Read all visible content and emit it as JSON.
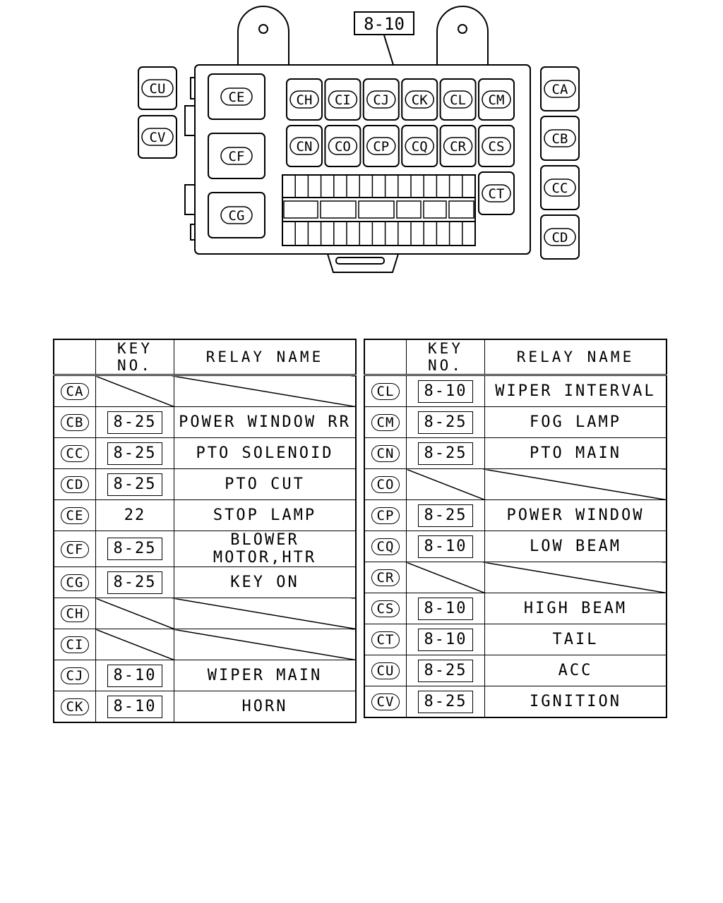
{
  "diagram": {
    "callout": "8-10",
    "box_left": [
      "CU",
      "CV"
    ],
    "box_right": [
      "CA",
      "CB",
      "CC",
      "CD"
    ],
    "box_main_large": [
      "CE",
      "CF",
      "CG"
    ],
    "box_main_row1": [
      "CH",
      "CI",
      "CJ",
      "CK",
      "CL",
      "CM"
    ],
    "box_main_row2": [
      "CN",
      "CO",
      "CP",
      "CQ",
      "CR",
      "CS"
    ],
    "box_main_single": "CT"
  },
  "table": {
    "headers": {
      "id": "",
      "key": "KEY NO.",
      "name": "RELAY NAME"
    },
    "left": [
      {
        "id": "CA",
        "key": "",
        "boxed": false,
        "name": ""
      },
      {
        "id": "CB",
        "key": "8-25",
        "boxed": true,
        "name": "POWER WINDOW RR"
      },
      {
        "id": "CC",
        "key": "8-25",
        "boxed": true,
        "name": "PTO SOLENOID"
      },
      {
        "id": "CD",
        "key": "8-25",
        "boxed": true,
        "name": "PTO CUT"
      },
      {
        "id": "CE",
        "key": "22",
        "boxed": false,
        "name": "STOP LAMP"
      },
      {
        "id": "CF",
        "key": "8-25",
        "boxed": true,
        "name": "BLOWER MOTOR,HTR"
      },
      {
        "id": "CG",
        "key": "8-25",
        "boxed": true,
        "name": "KEY ON"
      },
      {
        "id": "CH",
        "key": "",
        "boxed": false,
        "name": ""
      },
      {
        "id": "CI",
        "key": "",
        "boxed": false,
        "name": ""
      },
      {
        "id": "CJ",
        "key": "8-10",
        "boxed": true,
        "name": "WIPER MAIN"
      },
      {
        "id": "CK",
        "key": "8-10",
        "boxed": true,
        "name": "HORN"
      }
    ],
    "right": [
      {
        "id": "CL",
        "key": "8-10",
        "boxed": true,
        "name": "WIPER INTERVAL"
      },
      {
        "id": "CM",
        "key": "8-25",
        "boxed": true,
        "name": "FOG LAMP"
      },
      {
        "id": "CN",
        "key": "8-25",
        "boxed": true,
        "name": "PTO MAIN"
      },
      {
        "id": "CO",
        "key": "",
        "boxed": false,
        "name": ""
      },
      {
        "id": "CP",
        "key": "8-25",
        "boxed": true,
        "name": "POWER WINDOW"
      },
      {
        "id": "CQ",
        "key": "8-10",
        "boxed": true,
        "name": "LOW BEAM"
      },
      {
        "id": "CR",
        "key": "",
        "boxed": false,
        "name": ""
      },
      {
        "id": "CS",
        "key": "8-10",
        "boxed": true,
        "name": "HIGH BEAM"
      },
      {
        "id": "CT",
        "key": "8-10",
        "boxed": true,
        "name": "TAIL"
      },
      {
        "id": "CU",
        "key": "8-25",
        "boxed": true,
        "name": "ACC"
      },
      {
        "id": "CV",
        "key": "8-25",
        "boxed": true,
        "name": "IGNITION"
      }
    ]
  }
}
